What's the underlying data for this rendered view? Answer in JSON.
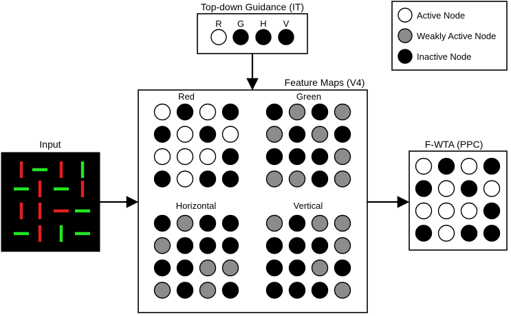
{
  "colors": {
    "active": "#ffffff",
    "weak": "#8c8c8c",
    "inactive": "#000000",
    "input_background": "#000000",
    "bar_red": "#e02020",
    "bar_green": "#22e622"
  },
  "topdown": {
    "title": "Top-down Guidance (IT)",
    "labels": [
      "R",
      "G",
      "H",
      "V"
    ],
    "nodes": [
      "active",
      "inactive",
      "inactive",
      "inactive"
    ]
  },
  "legend": {
    "items": [
      {
        "state": "active",
        "label": "Active Node"
      },
      {
        "state": "weak",
        "label": "Weakly Active Node"
      },
      {
        "state": "inactive",
        "label": "Inactive Node"
      }
    ]
  },
  "feature_maps": {
    "title": "Feature Maps (V4)",
    "maps": [
      {
        "label": "Red",
        "grid": [
          [
            "active",
            "inactive",
            "active",
            "inactive"
          ],
          [
            "inactive",
            "active",
            "inactive",
            "active"
          ],
          [
            "active",
            "active",
            "active",
            "inactive"
          ],
          [
            "inactive",
            "active",
            "inactive",
            "inactive"
          ]
        ]
      },
      {
        "label": "Green",
        "grid": [
          [
            "inactive",
            "weak",
            "inactive",
            "weak"
          ],
          [
            "weak",
            "inactive",
            "weak",
            "inactive"
          ],
          [
            "inactive",
            "inactive",
            "inactive",
            "weak"
          ],
          [
            "weak",
            "weak",
            "inactive",
            "weak"
          ]
        ]
      },
      {
        "label": "Horizontal",
        "grid": [
          [
            "inactive",
            "weak",
            "inactive",
            "inactive"
          ],
          [
            "weak",
            "inactive",
            "inactive",
            "inactive"
          ],
          [
            "inactive",
            "inactive",
            "weak",
            "weak"
          ],
          [
            "weak",
            "inactive",
            "weak",
            "inactive"
          ]
        ]
      },
      {
        "label": "Vertical",
        "grid": [
          [
            "weak",
            "inactive",
            "weak",
            "weak"
          ],
          [
            "inactive",
            "inactive",
            "inactive",
            "weak"
          ],
          [
            "inactive",
            "inactive",
            "weak",
            "inactive"
          ],
          [
            "inactive",
            "inactive",
            "inactive",
            "weak"
          ]
        ]
      }
    ]
  },
  "input": {
    "title": "Input",
    "bars": [
      [
        "red-v",
        "green-h",
        "red-v",
        "green-v"
      ],
      [
        "green-h",
        "red-v",
        "green-h",
        "red-v"
      ],
      [
        "red-v",
        "red-v",
        "red-h",
        "green-h"
      ],
      [
        "green-h",
        "red-v",
        "green-v",
        "green-h"
      ]
    ]
  },
  "fwta": {
    "title": "F-WTA (PPC)",
    "grid": [
      [
        "active",
        "inactive",
        "active",
        "inactive"
      ],
      [
        "inactive",
        "active",
        "inactive",
        "active"
      ],
      [
        "active",
        "active",
        "active",
        "inactive"
      ],
      [
        "inactive",
        "active",
        "inactive",
        "inactive"
      ]
    ]
  }
}
